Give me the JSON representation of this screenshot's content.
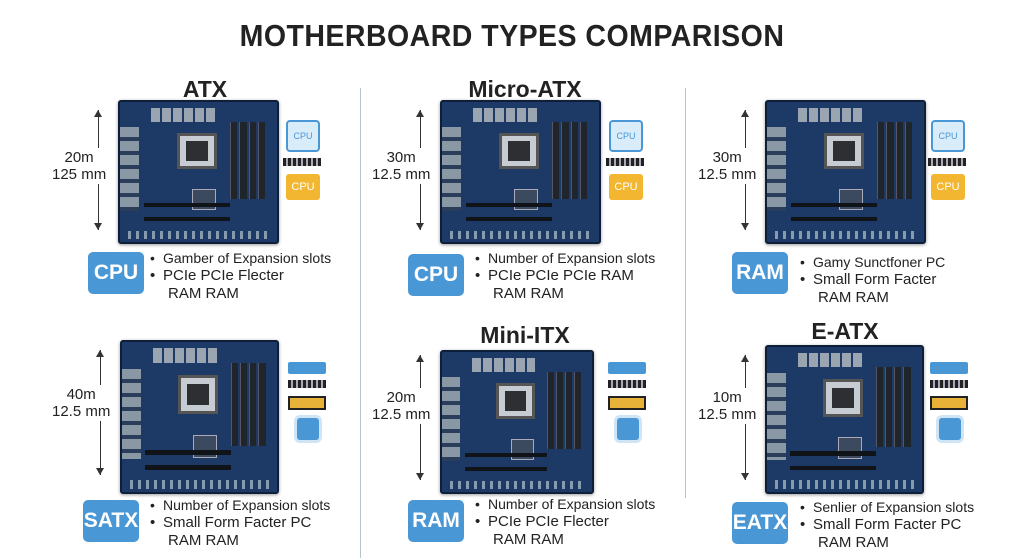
{
  "title": "MOTHERBOARD TYPES COMPARISON",
  "colors": {
    "badge": "#4a97d6",
    "board": "#1d3a66",
    "gold": "#f2b631"
  },
  "cards": [
    {
      "label": "ATX",
      "dim_top": "20m",
      "dim_bottom": "125 mm",
      "badge": "CPU",
      "bullet1": "Gamber of Expansion slots",
      "bullet2": "PCIe PCIe Flecter",
      "cont": "RAM RAM",
      "icon_cpu": "CPU",
      "icon_gold": "CPU"
    },
    {
      "label": "Micro-ATX",
      "dim_top": "30m",
      "dim_bottom": "12.5 mm",
      "badge": "CPU",
      "bullet1": "Number of Expansion slots",
      "bullet2": "PCIe PCIe PCIe RAM",
      "cont": "RAM RAM",
      "icon_cpu": "CPU",
      "icon_gold": "CPU"
    },
    {
      "label": "",
      "dim_top": "30m",
      "dim_bottom": "12.5 mm",
      "badge": "RAM",
      "bullet1": "Gamy Sunctfoner PC",
      "bullet2": "Small Form Facter",
      "cont": "RAM RAM",
      "icon_cpu": "CPU",
      "icon_gold": "CPU"
    },
    {
      "label": "",
      "dim_top": "40m",
      "dim_bottom": "12.5 mm",
      "badge": "SATX",
      "bullet1": "Number of Expansion slots",
      "bullet2": "Small Form Facter PC",
      "cont": "RAM RAM"
    },
    {
      "label": "Mini-ITX",
      "dim_top": "20m",
      "dim_bottom": "12.5 mm",
      "badge": "RAM",
      "bullet1": "Number of Expansion slots",
      "bullet2": "PCIe PCIe Flecter",
      "cont": "RAM RAM"
    },
    {
      "label": "E-ATX",
      "dim_top": "10m",
      "dim_bottom": "12.5 mm",
      "badge": "EATX",
      "bullet1": "Senlier of Expansion slots",
      "bullet2": "Small Form Facter PC",
      "cont": "RAM RAM"
    }
  ]
}
